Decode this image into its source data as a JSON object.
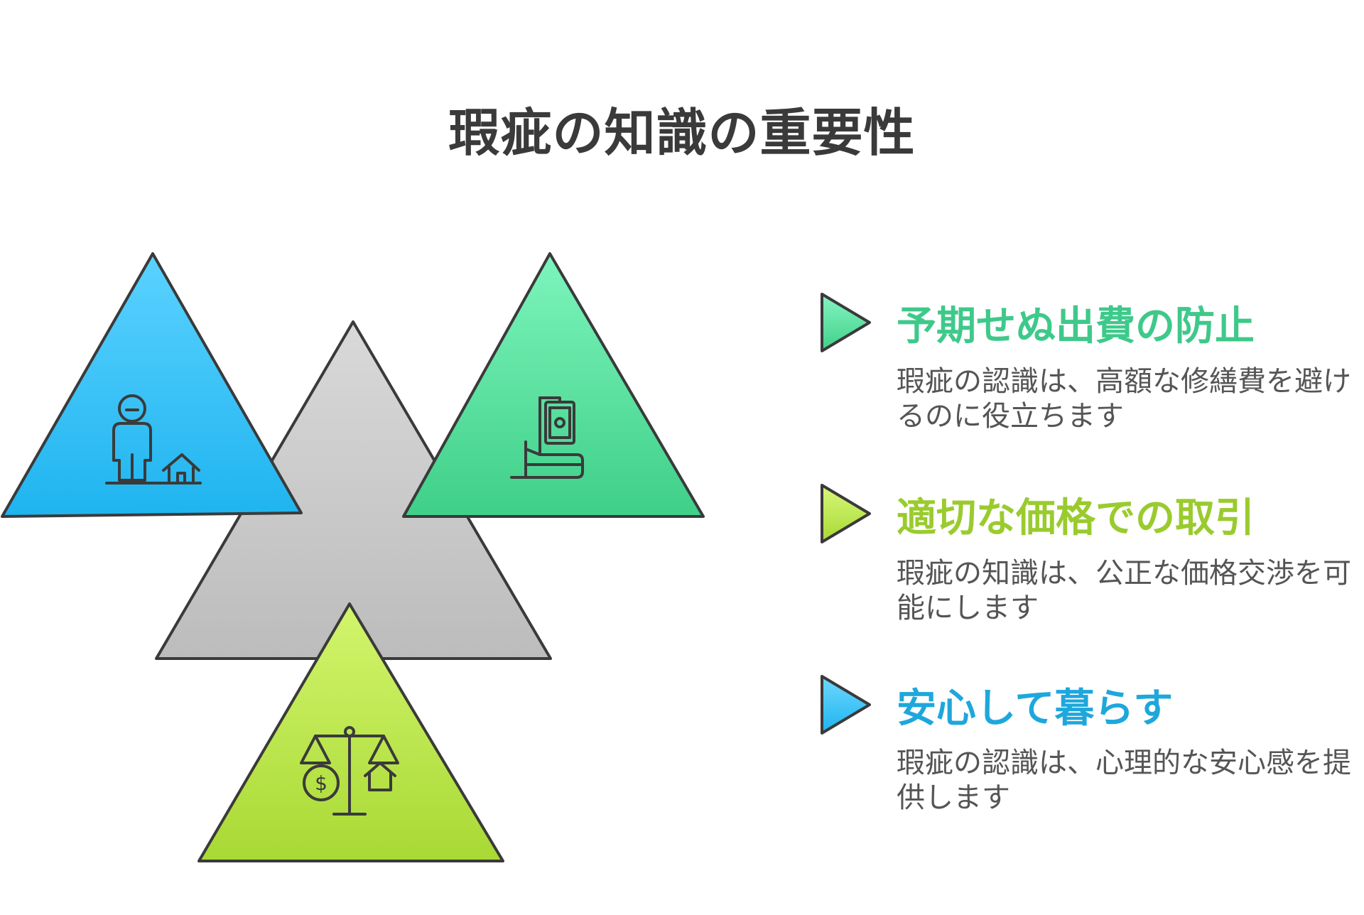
{
  "title": "瑕疵の知識の重要性",
  "items": [
    {
      "heading": "予期せぬ出費の防止",
      "description": "瑕疵の認識は、高額な修繕費を避けるのに役立ちます",
      "color": "#3ec98a",
      "triangle_color": "#5fe0a3",
      "icon": "hand-holding-money-icon"
    },
    {
      "heading": "適切な価格での取引",
      "description": "瑕疵の知識は、公正な価格交渉を可能にします",
      "color": "#9acb2e",
      "triangle_color": "#b6e246",
      "icon": "scale-money-house-icon"
    },
    {
      "heading": "安心して暮らす",
      "description": "瑕疵の認識は、心理的な安心感を提供します",
      "color": "#1ea7dc",
      "triangle_color": "#38c2f4",
      "icon": "person-and-house-icon"
    }
  ],
  "center_triangle_color": "#c4c4c4"
}
